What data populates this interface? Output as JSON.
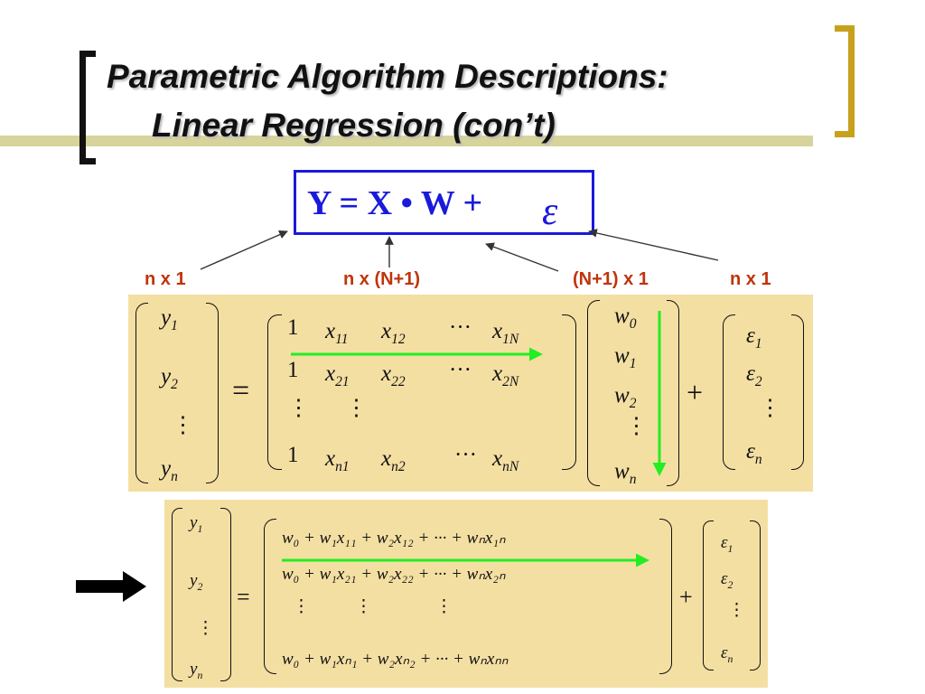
{
  "title": {
    "line1": "Parametric Algorithm Descriptions:",
    "line2": "Linear Regression (con’t)"
  },
  "equation": {
    "text": "Y = X • W +",
    "epsilon": "ε"
  },
  "dimensions": {
    "y": "n x 1",
    "x": "n x (N+1)",
    "w": "(N+1) x 1",
    "eps": "n x 1"
  },
  "matrix1": {
    "y": [
      {
        "b": "y",
        "s": "1"
      },
      {
        "b": "y",
        "s": "2"
      },
      {
        "b": "⋮",
        "s": ""
      },
      {
        "b": "y",
        "s": "n"
      }
    ],
    "x_rows": [
      {
        "one": "1",
        "a": {
          "b": "x",
          "s": "11"
        },
        "b": {
          "b": "x",
          "s": "12"
        },
        "c": {
          "b": "x",
          "s": "1N"
        }
      },
      {
        "one": "1",
        "a": {
          "b": "x",
          "s": "21"
        },
        "b": {
          "b": "x",
          "s": "22"
        },
        "c": {
          "b": "x",
          "s": "2N"
        }
      },
      {
        "one": "1",
        "a": {
          "b": "x",
          "s": "n1"
        },
        "b": {
          "b": "x",
          "s": "n2"
        },
        "c": {
          "b": "x",
          "s": "nN"
        }
      }
    ],
    "w": [
      {
        "b": "w",
        "s": "0"
      },
      {
        "b": "w",
        "s": "1"
      },
      {
        "b": "w",
        "s": "2"
      },
      {
        "b": "⋮",
        "s": ""
      },
      {
        "b": "w",
        "s": "n"
      }
    ],
    "eps": [
      {
        "b": "ε",
        "s": "1"
      },
      {
        "b": "ε",
        "s": "2"
      },
      {
        "b": "⋮",
        "s": ""
      },
      {
        "b": "ε",
        "s": "n"
      }
    ],
    "equals": "=",
    "plus": "+",
    "hdots": "···",
    "vdots": "⋮"
  },
  "matrix2": {
    "y": [
      {
        "b": "y",
        "s": "1"
      },
      {
        "b": "y",
        "s": "2"
      },
      {
        "b": "⋮",
        "s": ""
      },
      {
        "b": "y",
        "s": "n"
      }
    ],
    "rows": [
      "w₀ + w₁x₁₁ + w₂x₁₂ + ··· + wₙx₁ₙ",
      "w₀ + w₁x₂₁ + w₂x₂₂ + ··· + wₙx₂ₙ",
      "w₀ + w₁xₙ₁ + w₂xₙ₂ + ··· + wₙxₙₙ"
    ],
    "eps": [
      {
        "b": "ε",
        "s": "1"
      },
      {
        "b": "ε",
        "s": "2"
      },
      {
        "b": "⋮",
        "s": ""
      },
      {
        "b": "ε",
        "s": "n"
      }
    ],
    "equals": "=",
    "plus": "+",
    "vdots": "⋮"
  },
  "colors": {
    "accent_blue": "#1a1adb",
    "dimension_red": "#c0340a",
    "panel_tan": "#f4dfa3",
    "arrow_green": "#22ee22",
    "bracket_gold": "#c8a11c",
    "title_bar": "#d6d49b"
  },
  "icons": {
    "implies": "right-arrow-icon"
  }
}
